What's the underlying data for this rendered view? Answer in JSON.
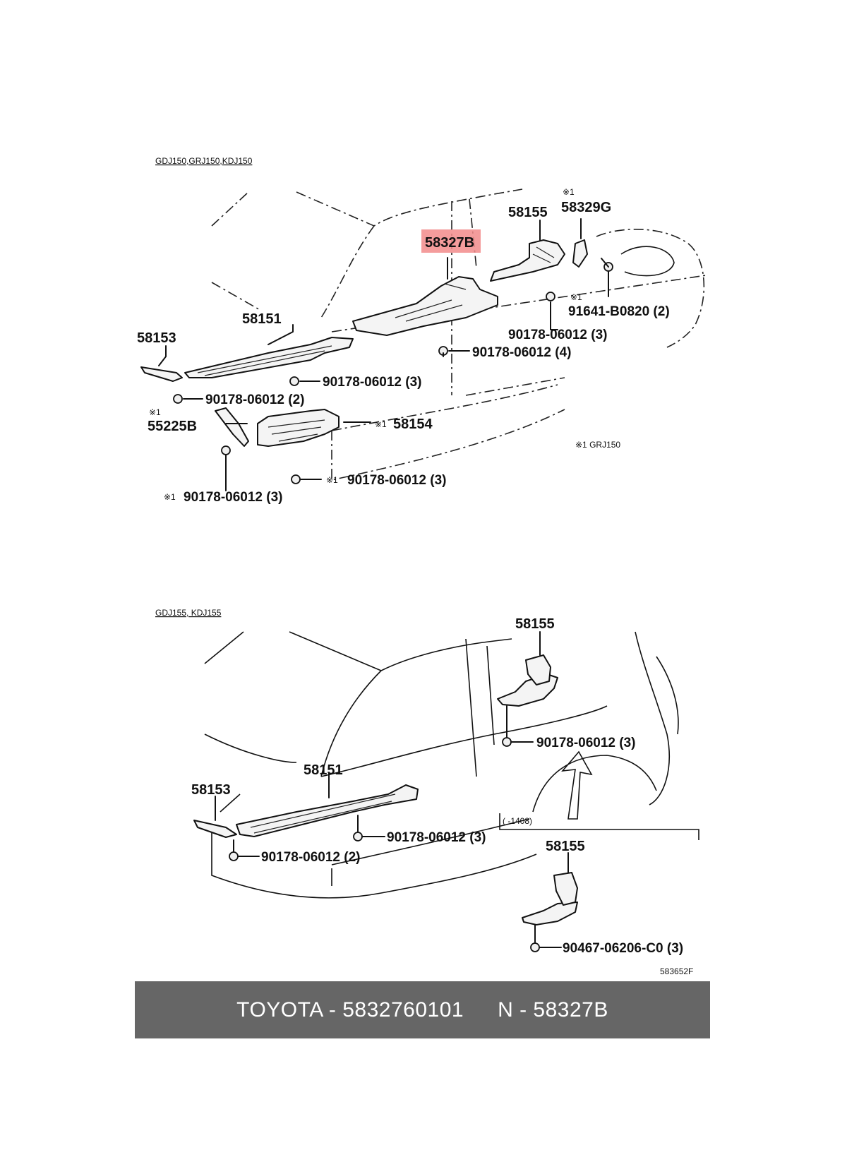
{
  "top_view": {
    "model_label": "GDJ150,GRJ150,KDJ150",
    "labels": {
      "p58327b": "58327B",
      "p58155": "58155",
      "p58329g": "58329G",
      "p58329g_note": "※1",
      "p91641": "91641-B0820 (2)",
      "p91641_note": "※1",
      "p90178_a": "90178-06012 (3)",
      "p90178_b": "90178-06012 (4)",
      "p58151": "58151",
      "p58153": "58153",
      "p90178_c": "90178-06012 (3)",
      "p90178_d": "90178-06012 (2)",
      "p55225b": "55225B",
      "p55225b_note": "※1",
      "p58154": "58154",
      "p58154_note": "※1",
      "p90178_e": "90178-06012 (3)",
      "p90178_e_note": "※1",
      "p90178_f": "90178-06012 (3)",
      "p90178_f_note": "※1",
      "legend_note": "※1 GRJ150"
    }
  },
  "bottom_view": {
    "model_label": "GDJ155, KDJ155",
    "labels": {
      "p58155_upper": "58155",
      "p90178_g": "90178-06012 (3)",
      "p58151": "58151",
      "p58153": "58153",
      "p90178_h": "90178-06012 (3)",
      "p90178_i": "90178-06012 (2)",
      "range_note": "(   -1408)",
      "p58155_lower": "58155",
      "p90467": "90467-06206-C0 (3)",
      "figure_code": "583652F"
    }
  },
  "highlight": {
    "part": "58327B",
    "color": "#f28b8b"
  },
  "footer": {
    "brand_part": "TOYOTA - 5832760101",
    "ref": "N - 58327B",
    "background": "#666666"
  }
}
